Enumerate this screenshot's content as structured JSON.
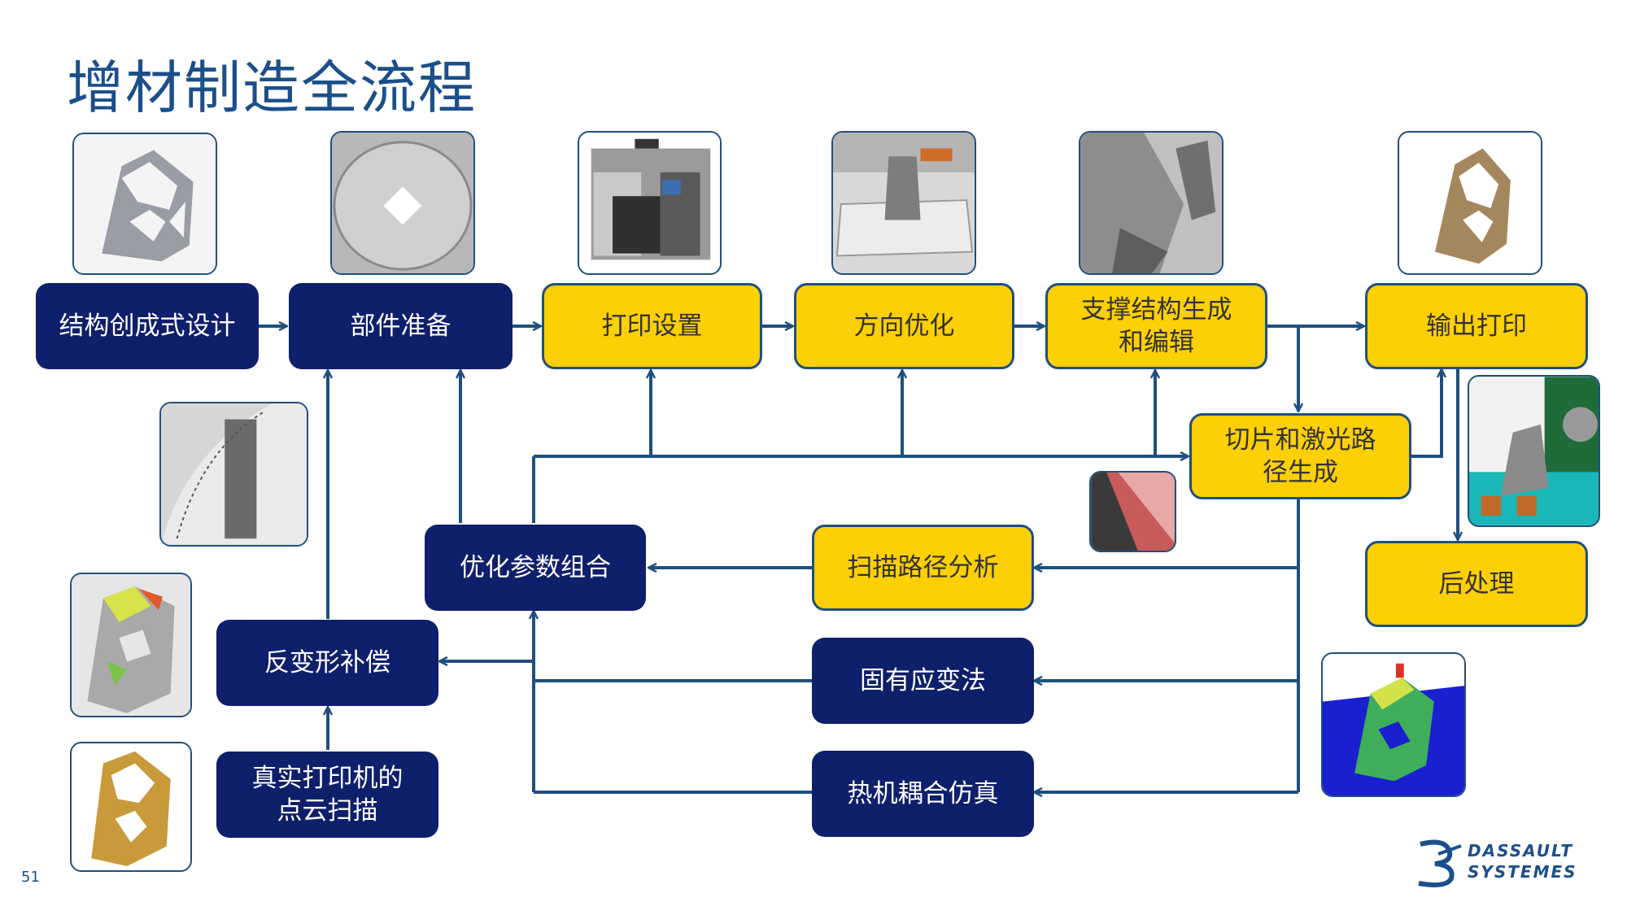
{
  "title": "增材制造全流程",
  "page_number": "51",
  "logo": {
    "line1": "DASSAULT",
    "line2": "SYSTEMES",
    "icon": "3ds-logo-icon"
  },
  "colors": {
    "navy": "#0e1f6b",
    "yellow": "#fdcf05",
    "line": "#1f4f7f",
    "title": "#1b4f8a"
  },
  "nodes": {
    "gen_design": "结构创成式设计",
    "part_prep": "部件准备",
    "print_setup": "打印设置",
    "orientation": "方向优化",
    "support": [
      "支撑结构生成",
      "和编辑"
    ],
    "output_print": "输出打印",
    "slicing": [
      "切片和激光路",
      "径生成"
    ],
    "post_process": "后处理",
    "param_opt": "优化参数组合",
    "scan_path": "扫描路径分析",
    "reverse_comp": "反变形补偿",
    "inherent_strain": "固有应变法",
    "point_cloud": [
      "真实打印机的",
      "点云扫描"
    ],
    "thermo": "热机耦合仿真"
  },
  "images": [
    "topology-bracket-image",
    "part-prep-image",
    "printer-machine-image",
    "orientation-image",
    "support-structure-image",
    "printed-part-image",
    "mesh-detail-image",
    "slicing-detail-image",
    "removal-image",
    "distortion-image",
    "thermal-sim-image",
    "gold-bracket-image"
  ]
}
